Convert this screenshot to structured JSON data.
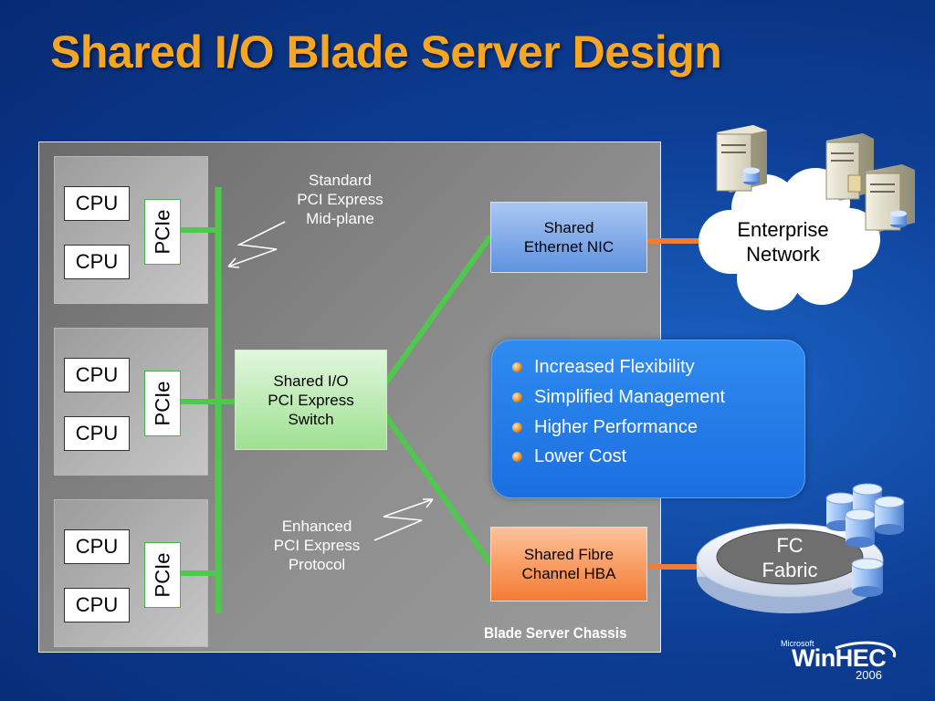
{
  "title": "Shared I/O Blade Server Design",
  "blades": [
    {
      "cpus": [
        "CPU",
        "CPU"
      ],
      "pcie": "PCIe"
    },
    {
      "cpus": [
        "CPU",
        "CPU"
      ],
      "pcie": "PCIe"
    },
    {
      "cpus": [
        "CPU",
        "CPU"
      ],
      "pcie": "PCIe"
    }
  ],
  "midplane_note": [
    "Standard",
    "PCI Express",
    "Mid-plane"
  ],
  "protocol_note": [
    "Enhanced",
    "PCI Express",
    "Protocol"
  ],
  "switch": [
    "Shared I/O",
    "PCI Express",
    "Switch"
  ],
  "nic": [
    "Shared",
    "Ethernet NIC"
  ],
  "hba": [
    "Shared Fibre",
    "Channel HBA"
  ],
  "chassis_label": "Blade Server Chassis",
  "benefits": [
    "Increased Flexibility",
    "Simplified Management",
    "Higher Performance",
    "Lower Cost"
  ],
  "enterprise_network": [
    "Enterprise",
    "Network"
  ],
  "fc_fabric": [
    "FC",
    "Fabric"
  ],
  "logo": {
    "microsoft": "Microsoft",
    "brand": "WinHEC",
    "year": "2006"
  },
  "colors": {
    "title": "#f5a623",
    "link_green": "#4ec94e",
    "link_orange": "#f47b33",
    "nic_blue": "#5f92e0"
  }
}
